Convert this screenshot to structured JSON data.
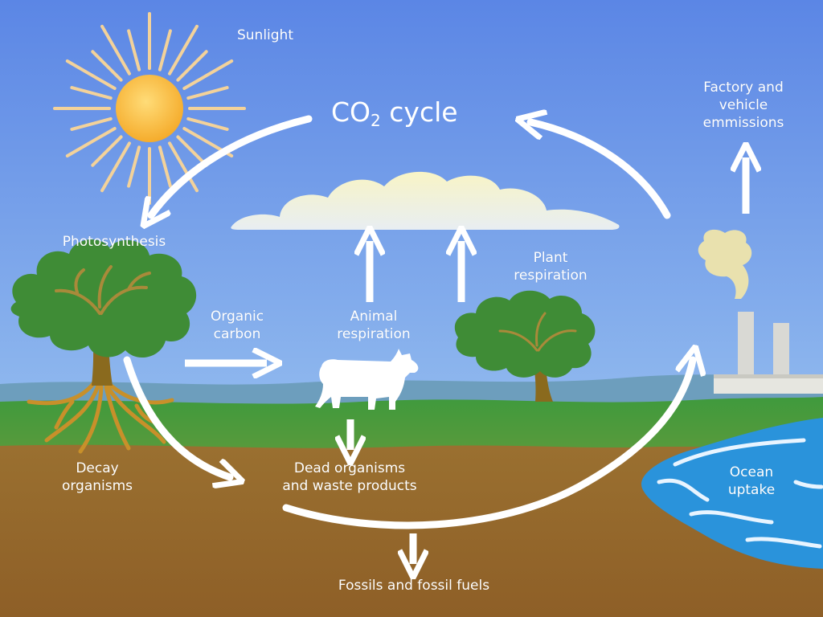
{
  "diagram": {
    "title": {
      "main": "CO",
      "subscript": "2",
      "suffix": "cycle"
    },
    "labels": {
      "sunlight": "Sunlight",
      "photosynthesis": "Photosynthesis",
      "factory": "Factory and\nvehicle\nemmissions",
      "organic_carbon": "Organic\ncarbon",
      "animal_respiration": "Animal\nrespiration",
      "plant_respiration": "Plant\nrespiration",
      "decay": "Decay\norganisms",
      "dead_organisms": "Dead organisms\nand waste products",
      "ocean": "Ocean\nuptake",
      "fossils": "Fossils and fossil fuels"
    },
    "colors": {
      "sky_top": "#5b86e5",
      "sky_bottom": "#a9d2ef",
      "hills": "#6f9fbf",
      "grass": "#4f9a3a",
      "soil": "#9a6e2e",
      "sun": "#f7b634",
      "sun_rays": "#f3d29a",
      "foliage": "#3f8c36",
      "trunk": "#8a6a1e",
      "roots": "#c8902a",
      "cloud": "#f3f6d6",
      "water": "#2a93db",
      "arrows": "#ffffff"
    }
  }
}
